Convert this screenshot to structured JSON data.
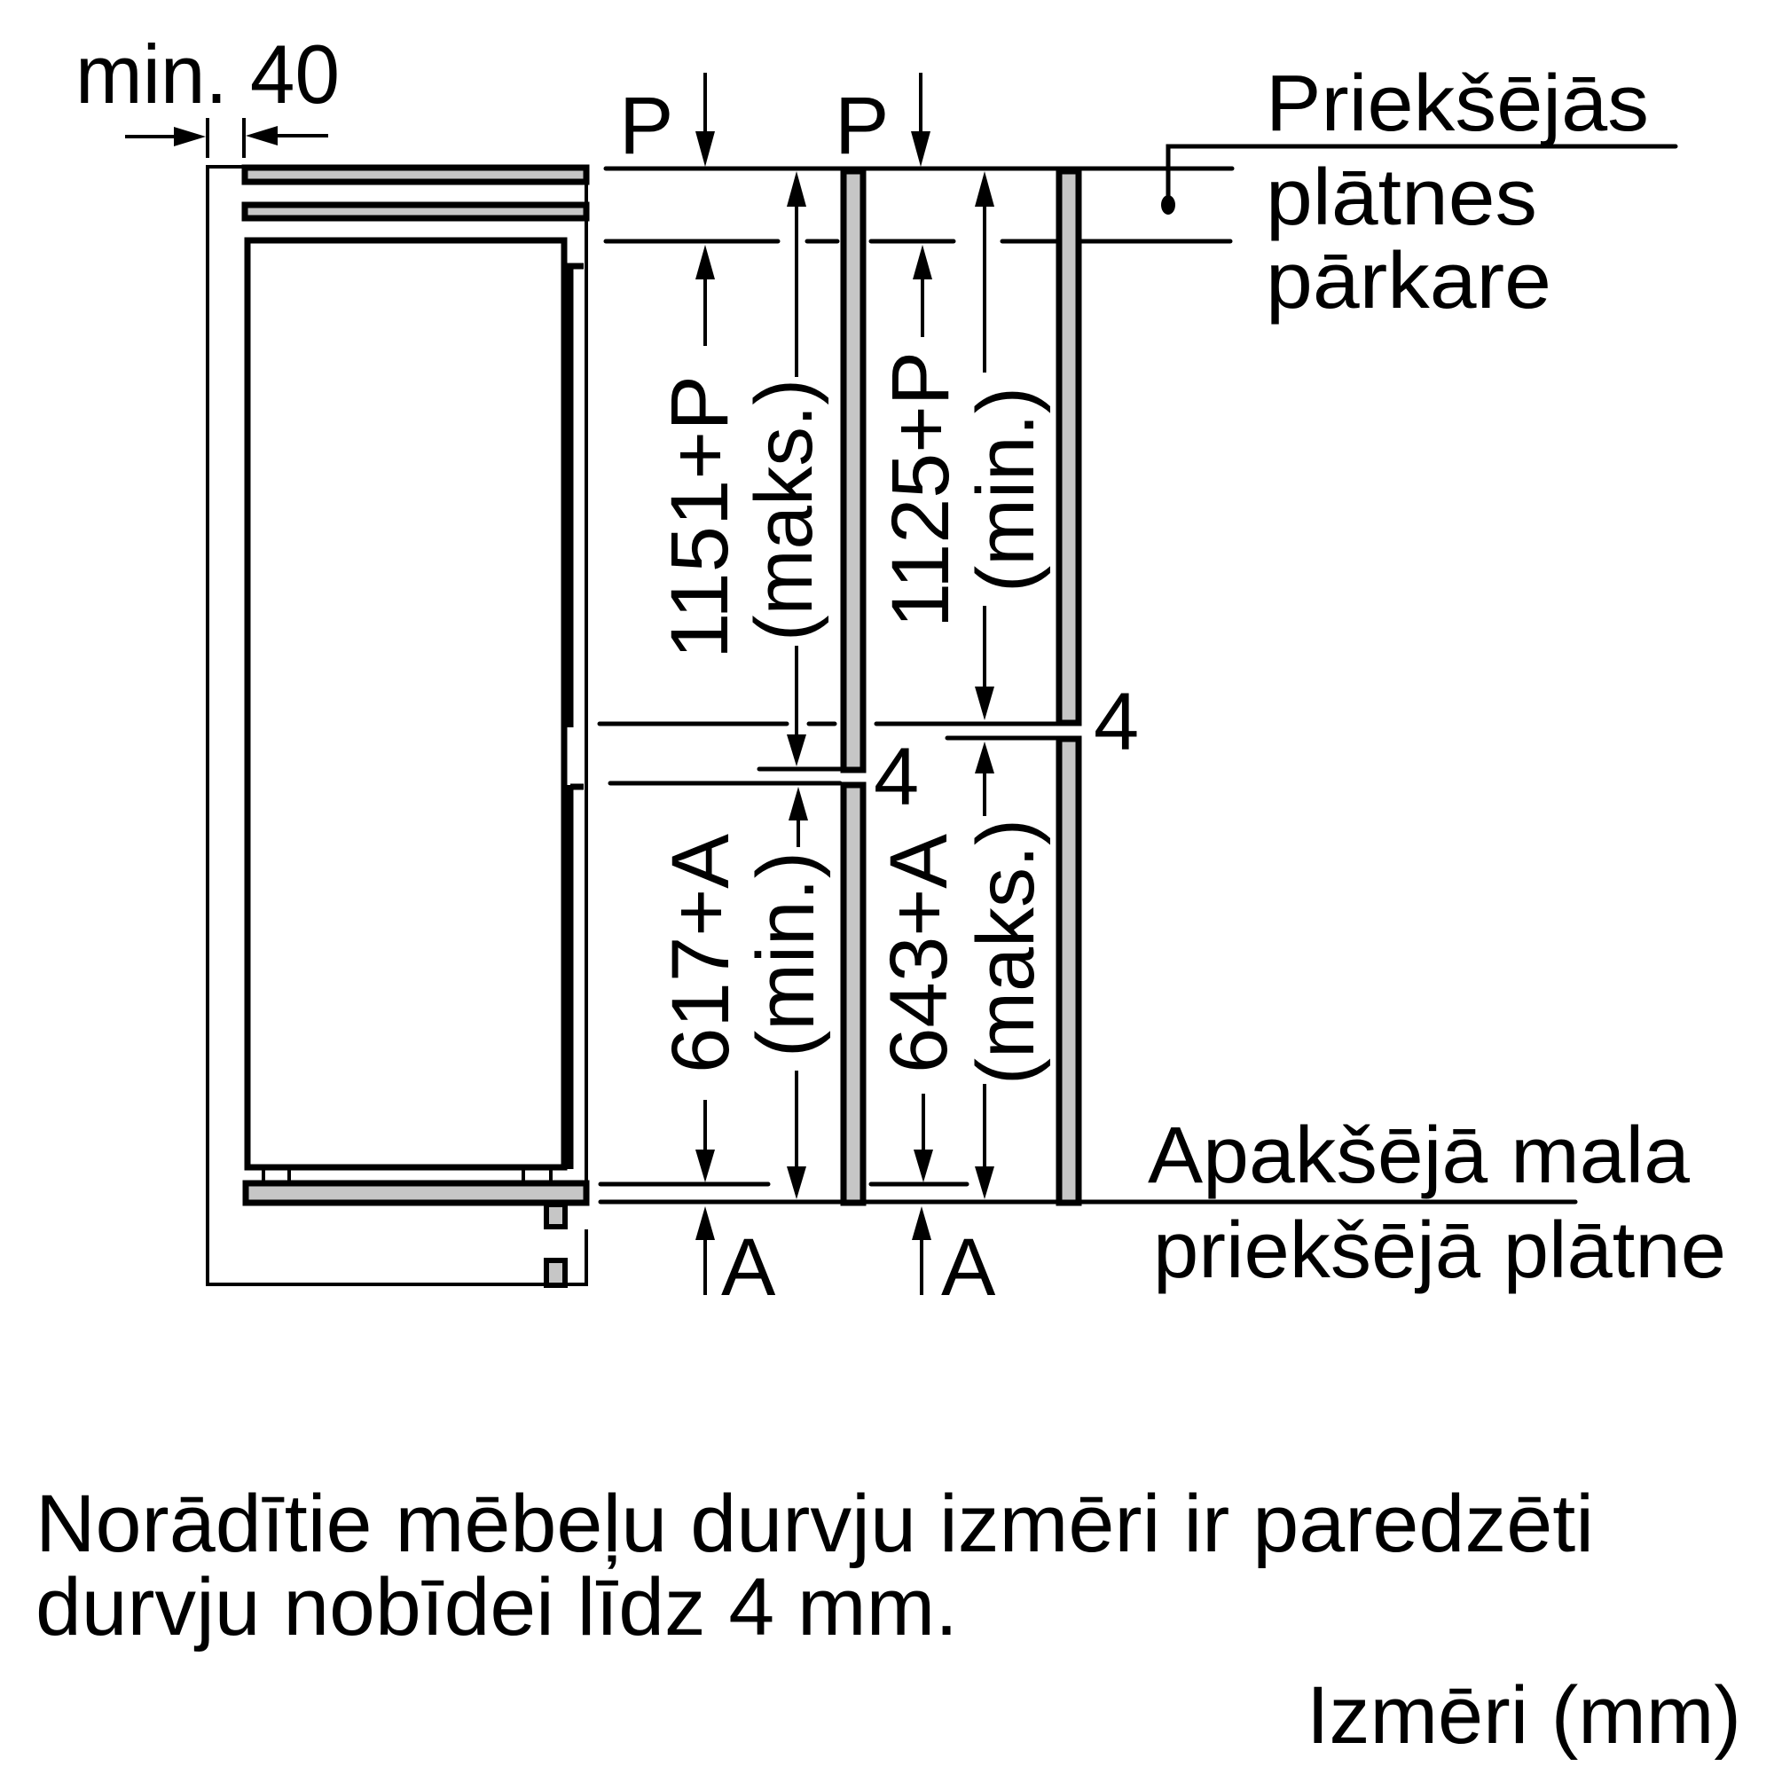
{
  "diagram": {
    "type": "installation-dimension-drawing",
    "units_label": "Izmēri (mm)",
    "clearance": {
      "label": "min. 40"
    },
    "overhang_label": {
      "lines": [
        "Priekšējās",
        "plātnes",
        "pārkare"
      ]
    },
    "bottom_edge_label": {
      "lines": [
        "Apakšējā mala",
        "priekšējā plātne"
      ]
    },
    "top_markers": [
      {
        "label": "P"
      },
      {
        "label": "P"
      }
    ],
    "bottom_markers": [
      {
        "label": "A"
      },
      {
        "label": "A"
      }
    ],
    "gap_labels": [
      {
        "label": "4"
      },
      {
        "label": "4"
      }
    ],
    "upper_door": {
      "left": {
        "value": "1151+P",
        "qualifier": "(maks.)"
      },
      "right": {
        "value": "1125+P",
        "qualifier": "(min.)"
      }
    },
    "lower_door": {
      "left": {
        "value": "617+A",
        "qualifier": "(min.)"
      },
      "right": {
        "value": "643+A",
        "qualifier": "(maks.)"
      }
    },
    "colors": {
      "line": "#000000",
      "panel_fill": "#c6c6c6",
      "background": "#ffffff"
    }
  },
  "footnote": {
    "lines": [
      "Norādītie mēbeļu durvju izmēri ir paredzēti",
      "durvju nobīdei līdz 4 mm."
    ]
  }
}
